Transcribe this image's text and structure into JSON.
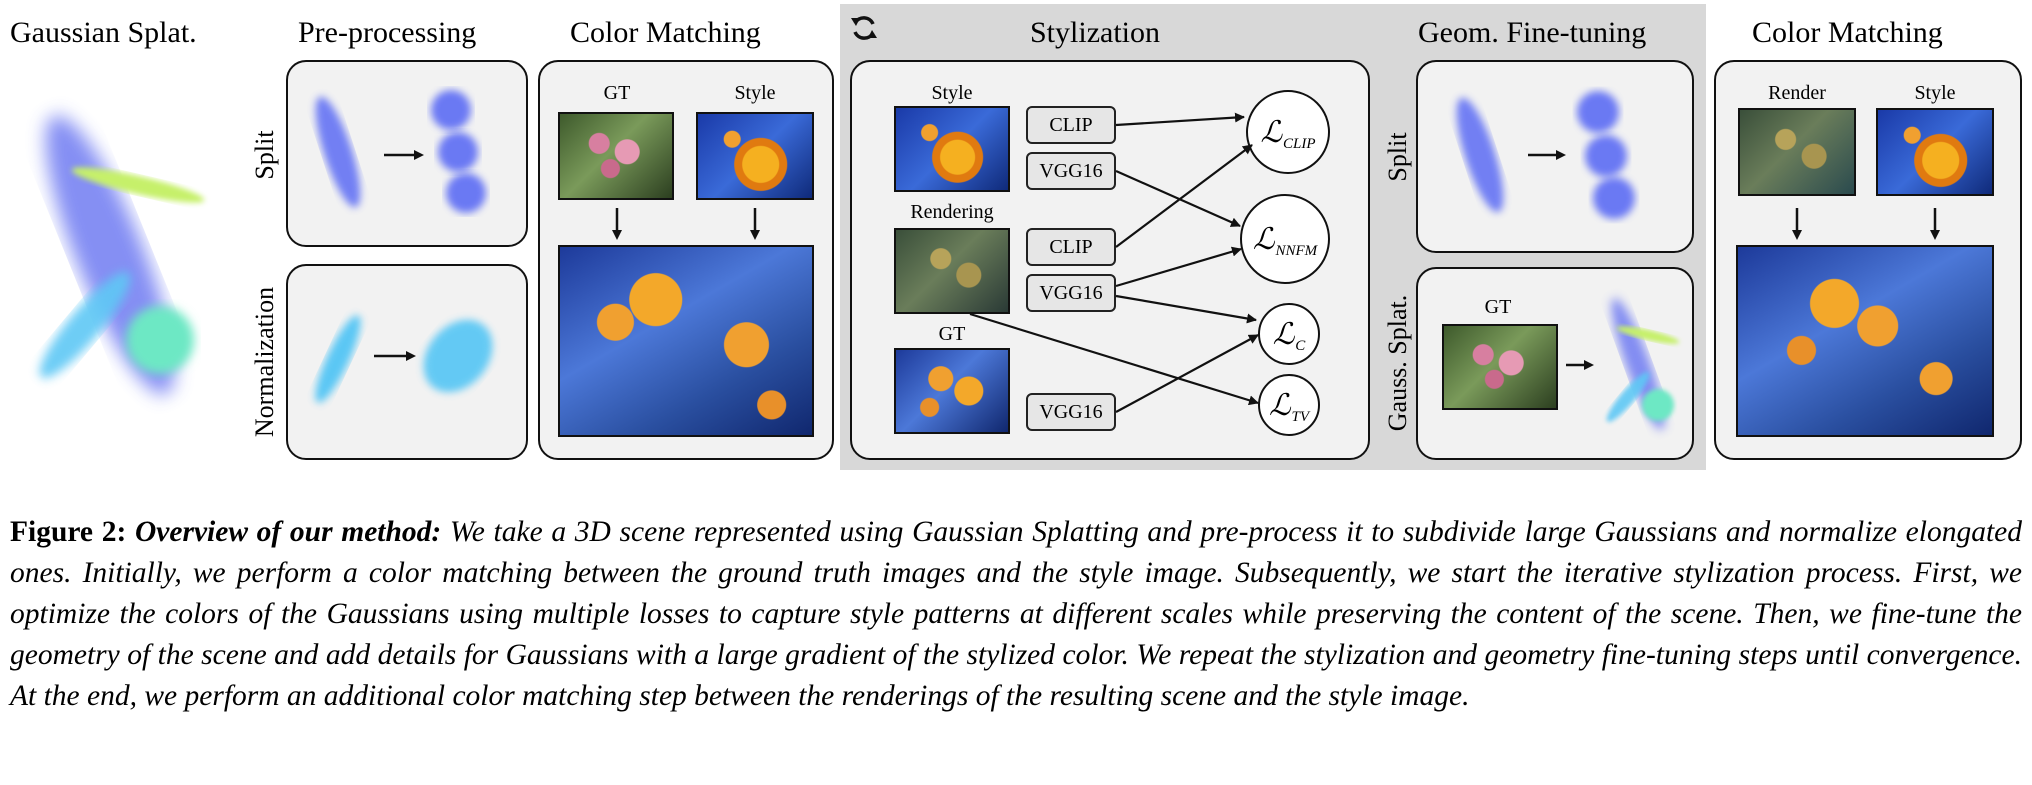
{
  "sections": {
    "gaussian_splat": "Gaussian Splat.",
    "preprocessing": "Pre-processing",
    "color_matching_1": "Color Matching",
    "stylization": "Stylization",
    "geom_finetuning": "Geom. Fine-tuning",
    "color_matching_2": "Color Matching"
  },
  "preprocessing": {
    "split": "Split",
    "normalization": "Normalization"
  },
  "color_matching_1": {
    "gt": "GT",
    "style": "Style"
  },
  "stylization": {
    "style": "Style",
    "rendering": "Rendering",
    "gt": "GT",
    "boxes": [
      "CLIP",
      "VGG16",
      "CLIP",
      "VGG16",
      "VGG16"
    ],
    "losses": [
      {
        "symbol": "ℒ",
        "subscript": "CLIP"
      },
      {
        "symbol": "ℒ",
        "subscript": "NNFM"
      },
      {
        "symbol": "ℒ",
        "subscript": "C"
      },
      {
        "symbol": "ℒ",
        "subscript": "TV"
      }
    ]
  },
  "geom_finetuning": {
    "split": "Split",
    "gauss_splat": "Gauss. Splat.",
    "gt": "GT"
  },
  "color_matching_2": {
    "render": "Render",
    "style": "Style"
  },
  "caption": {
    "figure_label": "Figure 2:",
    "overview_label": "Overview of our method:",
    "text": "We take a 3D scene represented using Gaussian Splatting and pre-process it to subdivide large Gaussians and normalize elongated ones. Initially, we perform a color matching between the ground truth images and the style image. Subsequently, we start the iterative stylization process. First, we optimize the colors of the Gaussians using multiple losses to capture style patterns at different scales while preserving the content of the scene. Then, we fine-tune the geometry of the scene and add details for Gaussians with a large gradient of the stylized color. We repeat the stylization and geometry fine-tuning steps until convergence. At the end, we perform an additional color matching step between the renderings of the resulting scene and the style image."
  }
}
